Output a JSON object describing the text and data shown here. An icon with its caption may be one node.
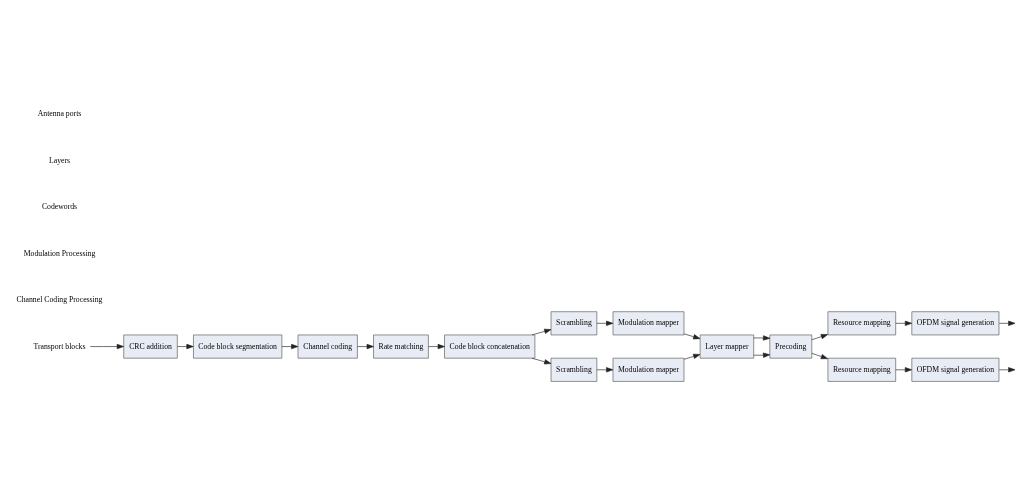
{
  "diagram": {
    "nodes": [
      {
        "text": [
          "Transport blocks"
        ]
      },
      {
        "text": [
          "CRC addition"
        ]
      },
      {
        "text": [
          "Code block segmentation"
        ]
      },
      {
        "text": [
          "Channel coding"
        ]
      },
      {
        "text": [
          "Rate matching"
        ]
      },
      {
        "text": [
          "Code block concatenation"
        ]
      },
      {
        "text": [
          "Scrambling"
        ]
      },
      {
        "text": [
          "Modulation mapper"
        ]
      },
      {
        "text": [
          "Layer mapper"
        ]
      },
      {
        "text": [
          "Precoding"
        ]
      },
      {
        "text": [
          "Resource mapping"
        ]
      },
      {
        "text": [
          "OFDM signal generation"
        ]
      },
      {
        "text": [
          "Scrambling"
        ]
      },
      {
        "text": [
          "Modulation mapper"
        ]
      },
      {
        "text": [
          "Resource mapping"
        ]
      },
      {
        "text": [
          "OFDM signal generation"
        ]
      }
    ],
    "edges": [
      {
        "from": 0,
        "to": 1,
        "arrow": "to"
      },
      {
        "from": 1,
        "to": 2,
        "arrow": "to"
      },
      {
        "from": 2,
        "to": 3,
        "arrow": "to"
      },
      {
        "from": 3,
        "to": 4,
        "arrow": "to"
      },
      {
        "from": 4,
        "to": 5,
        "arrow": "to"
      },
      {
        "from": 5,
        "to": 6,
        "arrow": "to"
      },
      {
        "from": 5,
        "to": 12,
        "arrow": "to"
      },
      {
        "from": 6,
        "to": 7,
        "arrow": "to"
      },
      {
        "from": 12,
        "to": 13,
        "arrow": "to"
      },
      {
        "from": 7,
        "to": 8,
        "arrow": "to"
      },
      {
        "from": 13,
        "to": 8,
        "arrow": "to"
      },
      {
        "from": 8,
        "to": 9,
        "arrow": "to"
      },
      {
        "from": 8,
        "to": 9,
        "arrow": "to"
      },
      {
        "from": 9,
        "to": 10,
        "arrow": "to"
      },
      {
        "from": 9,
        "to": 14,
        "arrow": "to"
      },
      {
        "from": 10,
        "to": 11,
        "arrow": "to"
      },
      {
        "from": 14,
        "to": 15,
        "arrow": "to"
      },
      {
        "from": 11,
        "to": null,
        "arrow": "to"
      },
      {
        "from": 15,
        "to": null,
        "arrow": "to"
      }
    ],
    "labels": [
      "Channel Coding Processing",
      "Modulation Processing",
      "Codewords",
      "Layers",
      "Antenna ports"
    ]
  }
}
